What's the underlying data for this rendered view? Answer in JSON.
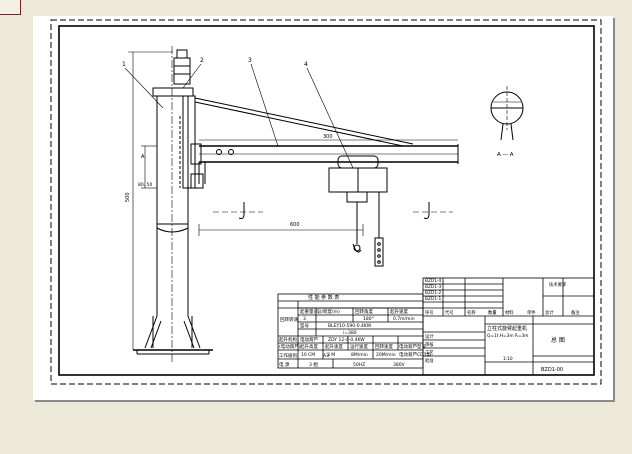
{
  "drawing": {
    "callouts": [
      "1",
      "2",
      "3",
      "4"
    ],
    "dimensions": {
      "jib_length": "300",
      "reach": "600",
      "height_left": "500",
      "height_small": "A",
      "base_height": "80, 50"
    },
    "section_label": "A — A",
    "params_title": "性 能 参 数 表",
    "params_header": [
      "起重量(吨)/跨度(m)",
      "回转角度",
      "起升速度"
    ],
    "params_values": [
      "3",
      "180°",
      "0.7m/min"
    ],
    "params_side_label": "回转转速",
    "params_rows": [
      {
        "label": "型号",
        "value": "BLEY10-590-0.4KW"
      },
      {
        "label": "",
        "value": "i=380"
      },
      {
        "label": "电动葫芦",
        "value": "ZDY 12-4-0.4KW"
      }
    ],
    "work_header": [
      "起升高度",
      "起升速度",
      "运行速度",
      "回转速度",
      "电动葫芦型号"
    ],
    "work_values": [
      "10 CM",
      "3 M",
      "8M/min",
      "20M/min",
      "电动葫芦CD1型"
    ],
    "work_label": "工作级别",
    "work_value": "A3",
    "power_label": "电 源",
    "power_values": [
      "3 相",
      "50HZ",
      "380V"
    ],
    "left_labels": [
      "起升机构",
      "(电动葫芦)"
    ],
    "title_block": {
      "heading": [
        "序号",
        "代号",
        "名称",
        "数量",
        "材料",
        "单件",
        "总计",
        "备注"
      ],
      "part_rows": [
        "BZD1-4",
        "BZD1-3",
        "BZD1-2",
        "BZD1-1"
      ],
      "product_name": "立柱式旋臂起重机",
      "product_spec": "Q=1t H=3m R=3m",
      "drawing_type": "总 图",
      "drawing_no": "BZD1-00",
      "scale": "1:10",
      "sign_labels": [
        "设计",
        "审核",
        "工艺",
        "批准"
      ],
      "notes_label": "技术要求"
    }
  }
}
